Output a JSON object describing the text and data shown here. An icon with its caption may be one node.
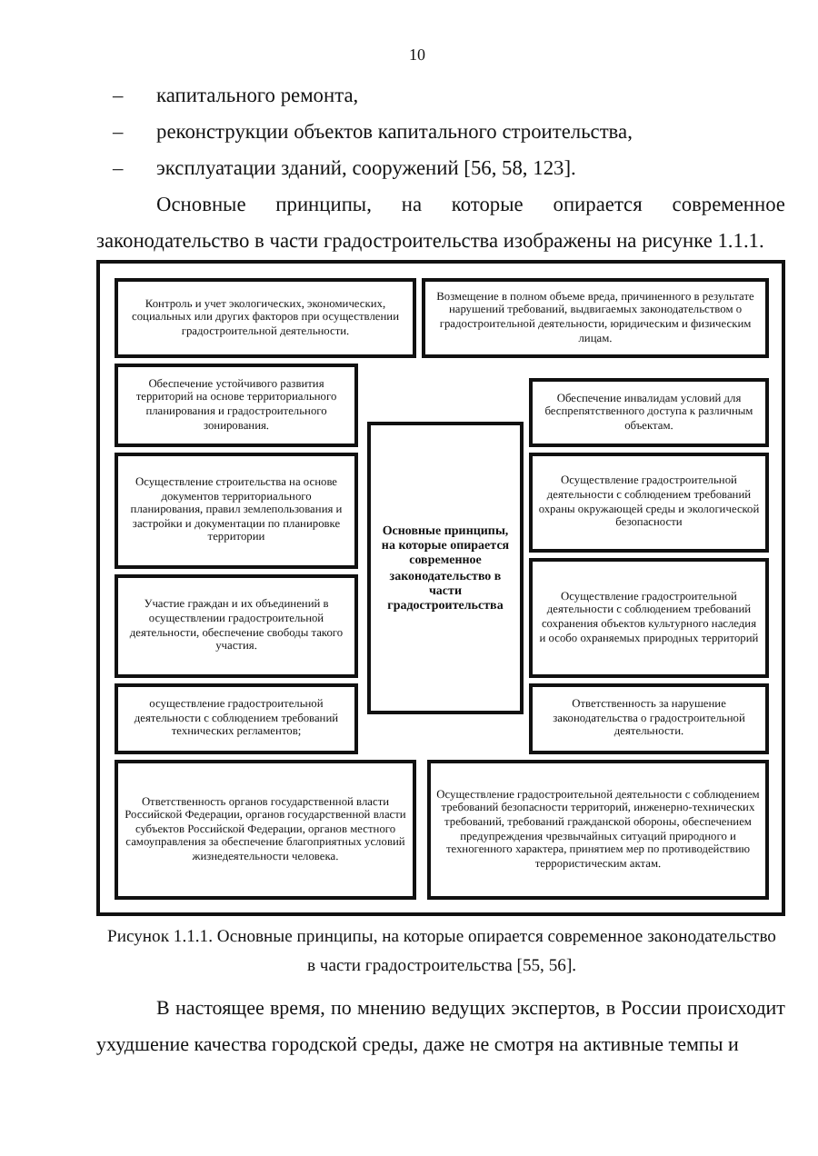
{
  "diagram": {
    "caption": "Рисунок 1.1.1. Основные принципы, на которые опирается современное законодательство в части градостроительства [55, 56].",
    "nodes": [
      {
        "text": [],
        "shape": "box"
      },
      {
        "text": [
          "Контроль и учет экологических, экономических, социальных или других факторов при осуществлении градостроительной деятельности."
        ],
        "in": 0
      },
      {
        "text": [
          "Возмещение в полном объеме вреда, причиненного в результате нарушений требований, выдвигаемых законодательством о градостроительной деятельности, юридическим и физическим лицам."
        ],
        "in": 0
      },
      {
        "text": [
          "Обеспечение устойчивого развития территорий на основе территориального планирования и градостроительного зонирования."
        ],
        "in": 0
      },
      {
        "text": [
          "Обеспечение инвалидам условий для беспрепятственного доступа к различным объектам."
        ],
        "in": 0
      },
      {
        "text": [
          "Основные принципы, на которые опирается современное законодательство в части градостроительства"
        ],
        "in": 0
      },
      {
        "text": [
          "Осуществление строительства на основе документов территориального планирования, правил землепользования и застройки и документации по планировке территории"
        ],
        "in": 0
      },
      {
        "text": [
          "Осуществление градостроительной деятельности с соблюдением требований охраны окружающей среды и экологической безопасности"
        ],
        "in": 0
      },
      {
        "text": [
          "Участие граждан и их объединений в осуществлении градостроительной деятельности, обеспечение свободы такого участия."
        ],
        "in": 0
      },
      {
        "text": [
          "Осуществление градостроительной деятельности с соблюдением требований сохранения объектов культурного наследия и особо охраняемых природных территорий"
        ],
        "in": 0
      },
      {
        "text": [
          "осуществление градостроительной деятельности с соблюдением требований технических регламентов;"
        ],
        "in": 0
      },
      {
        "text": [
          "Ответственность за нарушение законодательства о градостроительной деятельности."
        ],
        "in": 0
      },
      {
        "text": [
          "Ответственность органов государственной власти Российской Федерации, органов государственной власти субъектов Российской Федерации, органов местного самоуправления за обеспечение благоприятных условий жизнедеятельности человека."
        ],
        "in": 0
      },
      {
        "text": [
          "Осуществление градостроительной деятельности с соблюдением требований безопасности территорий, инженерно-технических требований, требований гражданской обороны, обеспечением предупреждения чрезвычайных ситуаций природного и техногенного характера, принятием мер по противодействию террористическим актам."
        ],
        "in": 0
      }
    ],
    "edges": [],
    "labels": [
      "10",
      "–",
      "капитального ремонта,",
      "–",
      "реконструкции объектов капитального строительства,",
      "–",
      "эксплуатации зданий, сооружений [56, 58, 123].",
      "Основные принципы, на которые опирается современное законодательство в части градостроительства изображены на рисунке 1.1.1.",
      "В настоящее время, по мнению ведущих экспертов, в России происходит ухудшение качества городской среды, даже не смотря на активные темпы и"
    ]
  }
}
